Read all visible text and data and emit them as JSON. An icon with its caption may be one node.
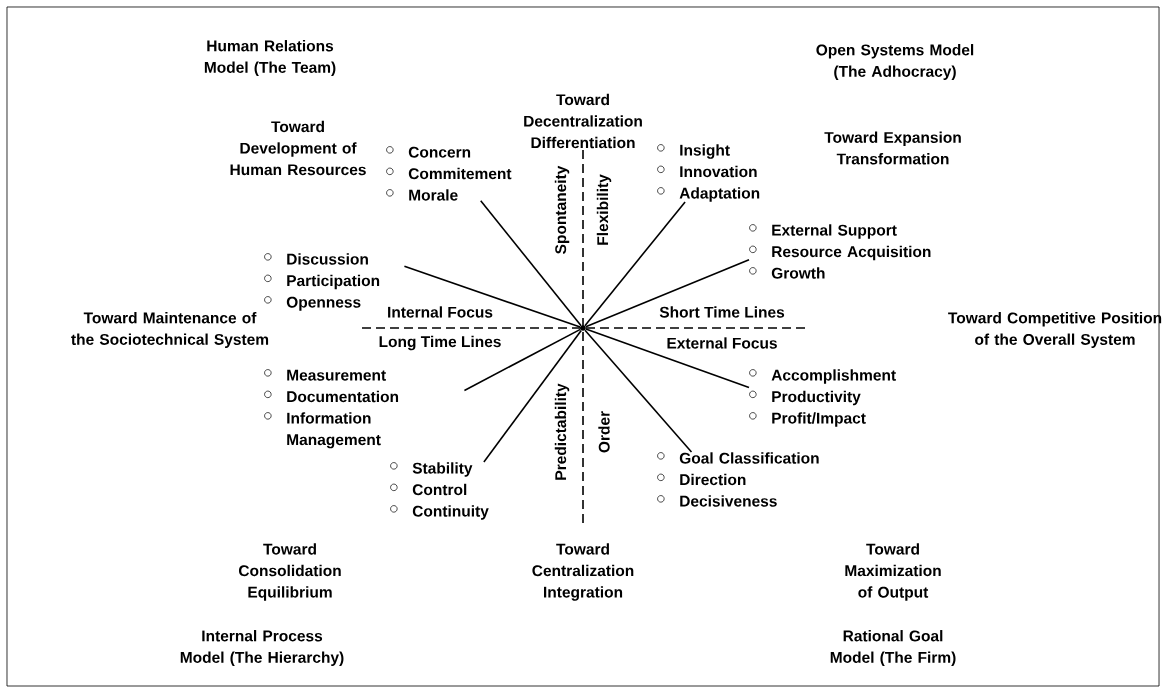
{
  "diagram": {
    "nodes": [
      {
        "text": [],
        "shape": "dot"
      },
      {
        "text": [
          "Concern",
          "Commitement",
          "Morale"
        ]
      },
      {
        "text": [
          "Insight",
          "Innovation",
          "Adaptation"
        ]
      },
      {
        "text": [
          "External Support",
          "Resource Acquisition",
          "Growth"
        ]
      },
      {
        "text": [
          "Discussion",
          "Participation",
          "Openness"
        ]
      },
      {
        "text": [
          "Measurement",
          "Documentation",
          "Information Management"
        ]
      },
      {
        "text": [
          "Stability",
          "Control",
          "Continuity"
        ]
      },
      {
        "text": [
          "Accomplishment",
          "Productivity",
          "Profit/Impact"
        ]
      },
      {
        "text": [
          "Goal Classification",
          "Direction",
          "Decisiveness"
        ]
      }
    ],
    "edges": [
      {
        "from": 0,
        "to": 1,
        "arrow": "none"
      },
      {
        "from": 0,
        "to": 2,
        "arrow": "none"
      },
      {
        "from": 0,
        "to": 3,
        "arrow": "none"
      },
      {
        "from": 0,
        "to": 4,
        "arrow": "none"
      },
      {
        "from": 0,
        "to": 5,
        "arrow": "none"
      },
      {
        "from": 0,
        "to": 6,
        "arrow": "none"
      },
      {
        "from": 0,
        "to": 7,
        "arrow": "none"
      },
      {
        "from": 0,
        "to": 8,
        "arrow": "none"
      }
    ],
    "labels": [
      "Human Relations Model (The Team)",
      "Open Systems Model (The Adhocracy)",
      "Toward Decentralization Differentiation",
      "Toward Development of Human Resources",
      "Toward Expansion Transformation",
      "Spontaneity",
      "Flexibility",
      "Toward Maintenance of the Sociotechnical System",
      "Internal Focus",
      "Short Time Lines",
      "Toward Competitive Position of the Overall System",
      "Long Time Lines",
      "External Focus",
      "Predictability",
      "Order",
      "Toward Consolidation Equilibrium",
      "Toward Centralization Integration",
      "Toward Maximization of Output",
      "Internal Process Model (The Hierarchy)",
      "Rational Goal Model (The Firm)"
    ]
  }
}
